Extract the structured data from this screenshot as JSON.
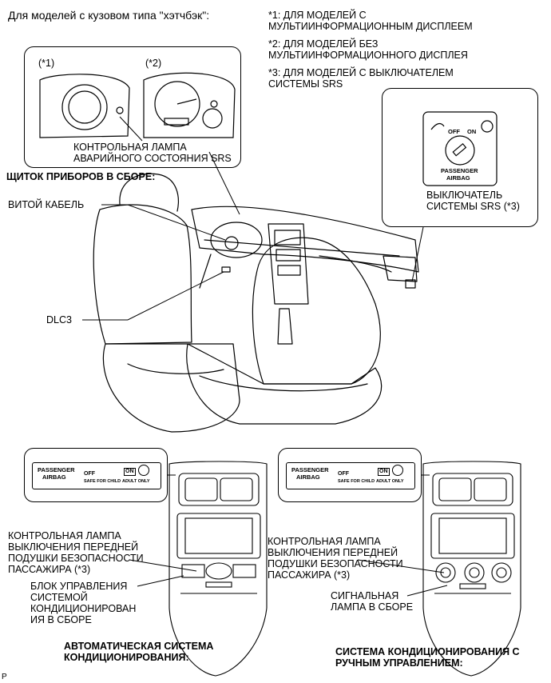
{
  "header": {
    "model_note": "Для моделей с кузовом типа \"хэтчбэк\":"
  },
  "notes": [
    {
      "line1": "*1: ДЛЯ МОДЕЛЕЙ С",
      "line2": "МУЛЬТИИНФОРМАЦИОННЫМ ДИСПЛЕЕМ"
    },
    {
      "line1": "*2: ДЛЯ МОДЕЛЕЙ БЕЗ",
      "line2": "МУЛЬТИИНФОРМАЦИОННОГО ДИСПЛЕЯ"
    },
    {
      "line1": "*3: ДЛЯ МОДЕЛЕЙ С ВЫКЛЮЧАТЕЛЕМ",
      "line2": "СИСТЕМЫ SRS"
    }
  ],
  "cluster_inset": {
    "tag1": "(*1)",
    "tag2": "(*2)",
    "lamp_line1": "КОНТРОЛЬНАЯ ЛАМПА",
    "lamp_line2": "АВАРИЙНОГО СОСТОЯНИЯ SRS",
    "assembly_label": "ЩИТОК ПРИБОРОВ В СБОРЕ:"
  },
  "srs_switch": {
    "off": "OFF",
    "on": "ON",
    "passenger": "PASSENGER",
    "airbag": "AIRBAG",
    "label_line1": "ВЫКЛЮЧАТЕЛЬ",
    "label_line2": "СИСТЕМЫ SRS (*3)"
  },
  "callouts": {
    "spiral_cable": "ВИТОЙ КАБЕЛЬ",
    "dlc3": "DLC3"
  },
  "indicator_panel": {
    "passenger": "PASSENGER",
    "airbag": "AIRBAG",
    "off": "OFF",
    "safe_for_child": "SAFE FOR CHILD",
    "on": "ON",
    "adult_only": "ADULT ONLY"
  },
  "left_panel": {
    "lamp_lines": [
      "КОНТРОЛЬНАЯ ЛАМПА",
      "ВЫКЛЮЧЕНИЯ ПЕРЕДНЕЙ",
      "ПОДУШКИ БЕЗОПАСНОСТИ",
      "ПАССАЖИРА (*3)"
    ],
    "ac_lines": [
      "БЛОК УПРАВЛЕНИЯ",
      "СИСТЕМОЙ",
      "КОНДИЦИОНИРОВАН",
      "ИЯ В СБОРЕ"
    ],
    "title_line1": "АВТОМАТИЧЕСКАЯ СИСТЕМА",
    "title_line2": "КОНДИЦИОНИРОВАНИЯ:"
  },
  "right_panel": {
    "lamp_lines": [
      "КОНТРОЛЬНАЯ ЛАМПА",
      "ВЫКЛЮЧЕНИЯ ПЕРЕДНЕЙ",
      "ПОДУШКИ БЕЗОПАСНОСТИ",
      "ПАССАЖИРА (*3)"
    ],
    "signal_line1": "СИГНАЛЬНАЯ",
    "signal_line2": "ЛАМПА В СБОРЕ",
    "title_line1": "СИСТЕМА КОНДИЦИОНИРОВАНИЯ С",
    "title_line2": "РУЧНЫМ УПРАВЛЕНИЕМ:"
  },
  "footer": {
    "code": "P"
  }
}
